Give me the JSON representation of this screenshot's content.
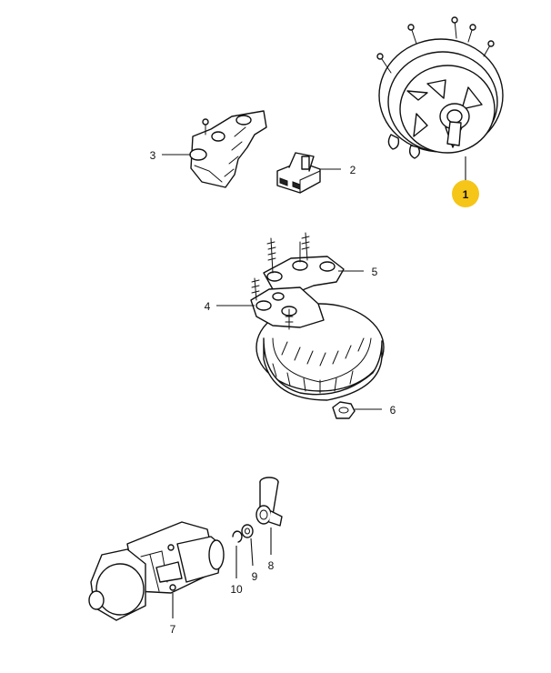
{
  "colors": {
    "highlight": "#f5c518",
    "line": "#111111",
    "background": "#ffffff"
  },
  "callouts": {
    "c1": "1",
    "c2": "2",
    "c3": "3",
    "c4": "4",
    "c5": "5",
    "c6": "6",
    "c7": "7",
    "c8": "8",
    "c9": "9",
    "c10": "10"
  },
  "highlighted_callout": "1"
}
